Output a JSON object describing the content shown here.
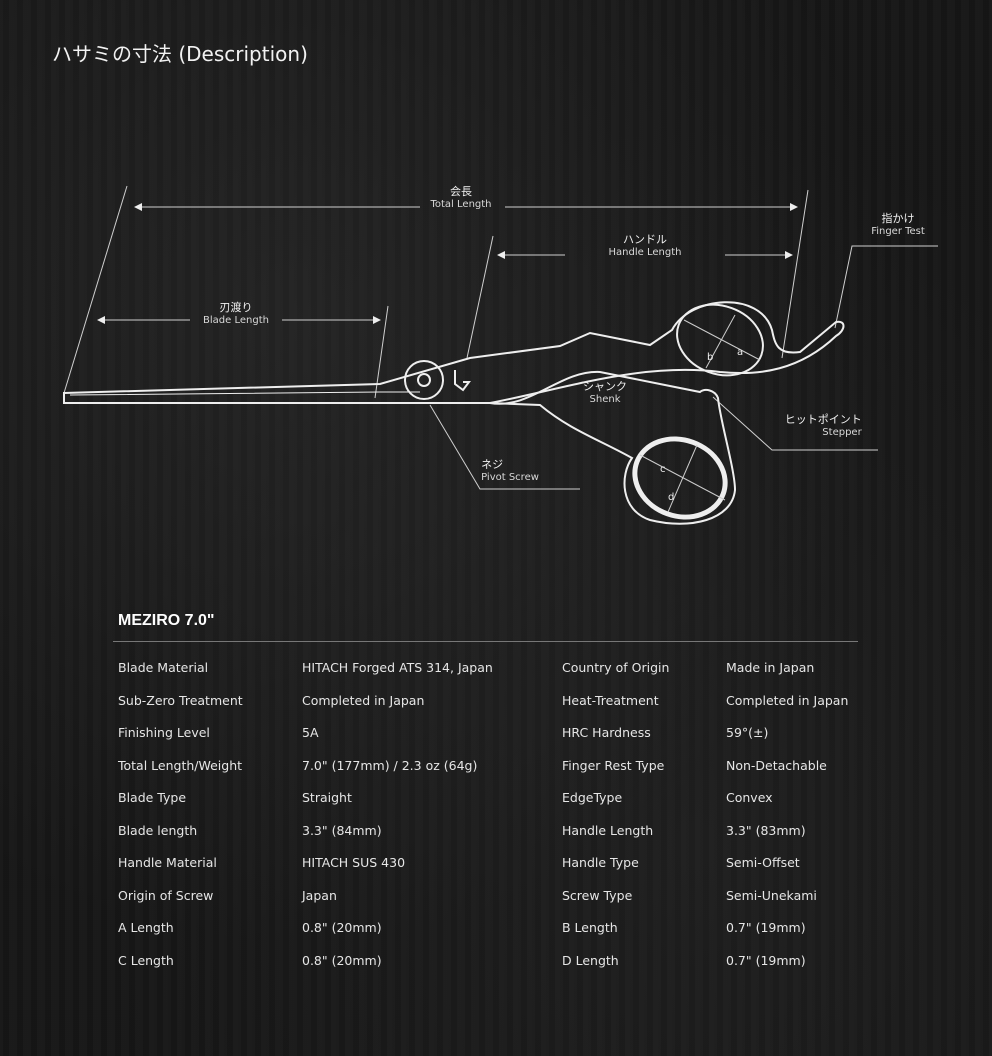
{
  "title": "ハサミの寸法 (Description)",
  "diagram": {
    "total_length": {
      "jp": "会長",
      "en": "Total Length"
    },
    "handle_length": {
      "jp": "ハンドル",
      "en": "Handle Length"
    },
    "blade_length": {
      "jp": "刃渡り",
      "en": "Blade Length"
    },
    "finger_test": {
      "jp": "指かけ",
      "en": "Finger Test"
    },
    "shank": {
      "jp": "シャンク",
      "en": "Shenk"
    },
    "stepper": {
      "jp": "ヒットポイント",
      "en": "Stepper"
    },
    "screw": {
      "jp": "ネジ",
      "en": "Pivot Screw"
    },
    "ring_marks": [
      "a",
      "b",
      "c",
      "d"
    ]
  },
  "specs": {
    "model": "MEZIRO 7.0\"",
    "rows": [
      [
        "Blade Material",
        "HITACH Forged ATS 314, Japan",
        "Country of Origin",
        "Made in Japan"
      ],
      [
        "Sub-Zero Treatment",
        "Completed in Japan",
        "Heat-Treatment",
        "Completed in Japan"
      ],
      [
        "Finishing Level",
        "5A",
        "HRC Hardness",
        "59°(±)"
      ],
      [
        "Total Length/Weight",
        "7.0\" (177mm) / 2.3 oz (64g)",
        "Finger Rest Type",
        "Non-Detachable"
      ],
      [
        "Blade Type",
        "Straight",
        "EdgeType",
        "Convex"
      ],
      [
        "Blade length",
        "3.3\" (84mm)",
        "Handle Length",
        "3.3\" (83mm)"
      ],
      [
        "Handle Material",
        "HITACH SUS 430",
        "Handle Type",
        "Semi-Offset"
      ],
      [
        "Origin of Screw",
        "Japan",
        "Screw Type",
        "Semi-Unekami"
      ],
      [
        "A Length",
        "0.8\" (20mm)",
        "B Length",
        "0.7\" (19mm)"
      ],
      [
        "C Length",
        "0.8\" (20mm)",
        "D Length",
        "0.7\" (19mm)"
      ]
    ]
  }
}
